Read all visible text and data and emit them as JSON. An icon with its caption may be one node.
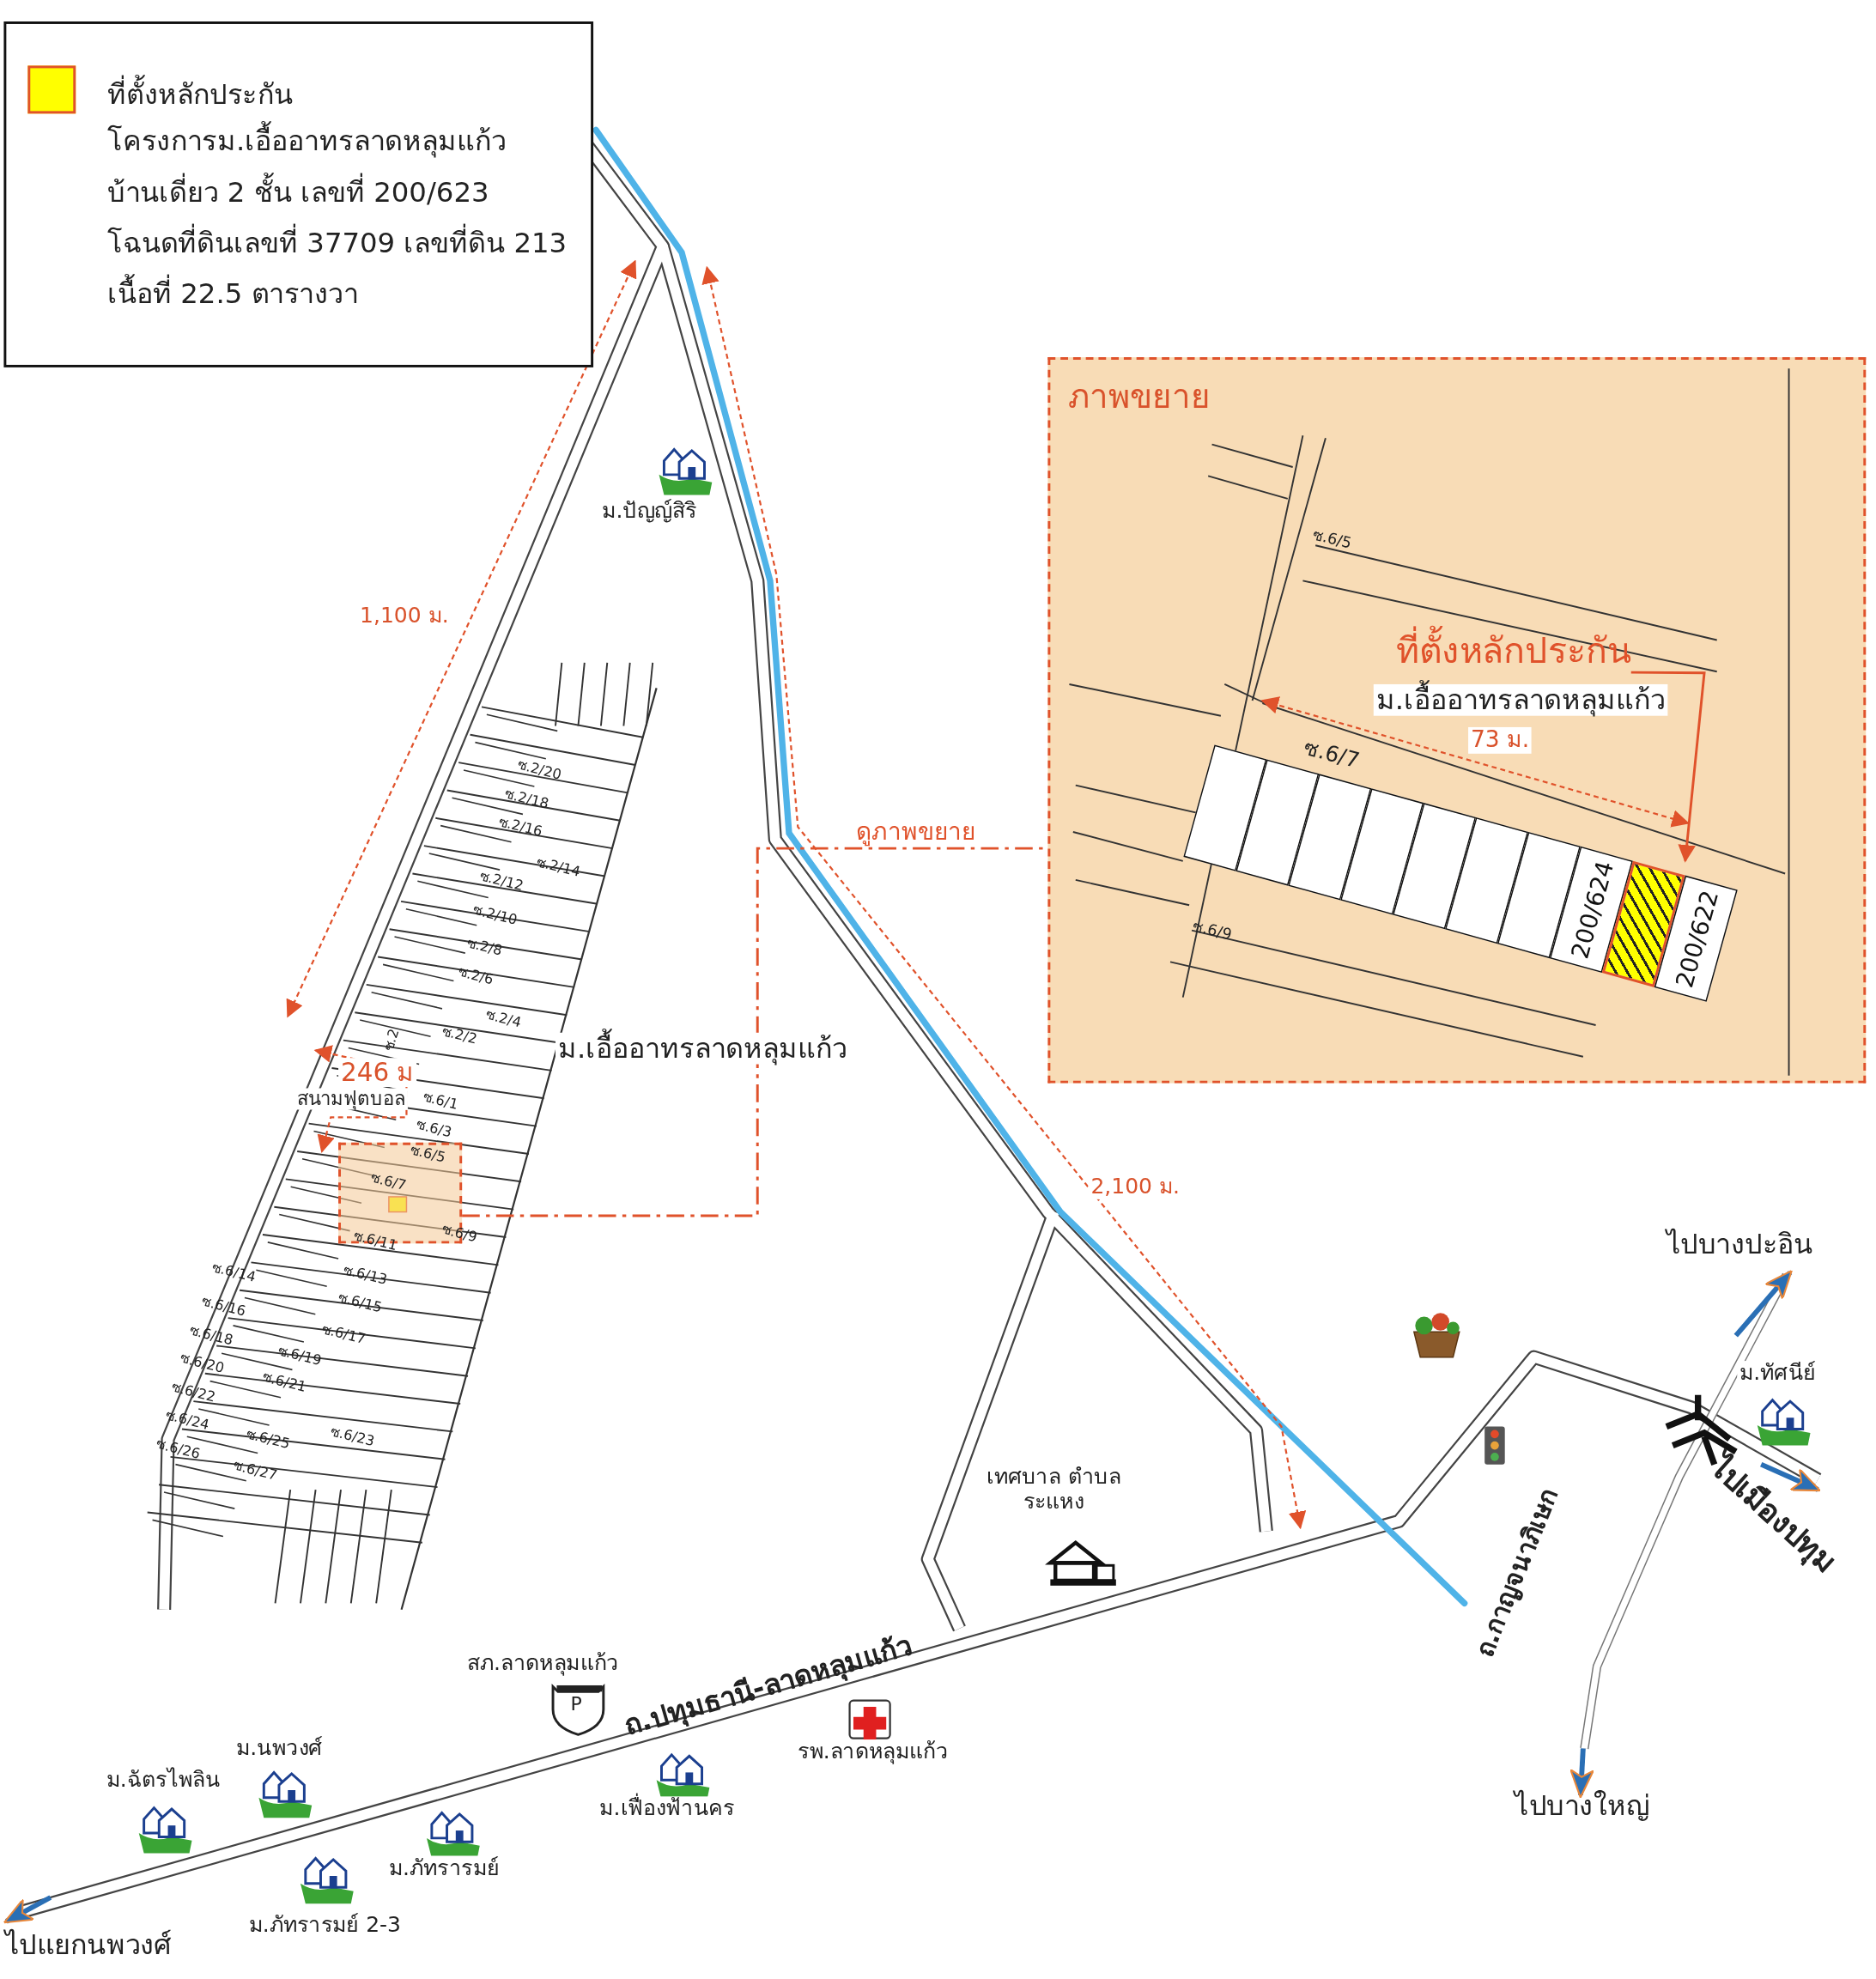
{
  "diagram": {
    "nodes": [
      {
        "text": [
          "ภาพขยาย"
        ]
      },
      {
        "text": [
          "ที่ตั้งหลักประกัน"
        ],
        "in": 0
      },
      {
        "text": [],
        "shape": "box",
        "in": 0
      },
      {
        "text": [],
        "shape": "box",
        "in": 0
      },
      {
        "text": [],
        "shape": "box",
        "in": 0
      },
      {
        "text": [],
        "shape": "box",
        "in": 0
      },
      {
        "text": [],
        "shape": "box",
        "in": 0
      },
      {
        "text": [],
        "shape": "box",
        "in": 0
      },
      {
        "text": [],
        "shape": "box",
        "in": 0
      },
      {
        "text": [
          "200/624"
        ],
        "in": 0
      },
      {
        "text": [],
        "shape": "box",
        "in": 0
      },
      {
        "text": [
          "200/622"
        ],
        "in": 0
      },
      {
        "text": [],
        "shape": "box"
      }
    ],
    "edges": [
      {
        "from": 12,
        "to": 0,
        "arrow": "none",
        "label": "ดูภาพขยาย",
        "style": "dashed"
      },
      {
        "from": 1,
        "to": 10,
        "arrow": "to"
      }
    ],
    "labels": [
      "โครงการม.เอื้ออาทรลาดหลุมแก้ว",
      "บ้านเดี่ยว 2 ชั้น เลขที่ 200/623",
      "โฉนดที่ดินเลขที่ 37709 เลขที่ดิน 213",
      "เนื้อที่ 22.5 ตารางวา",
      "1,100 ม.",
      "ม.ปัญญ์สิริ",
      "ซ.2/20",
      "ซ.2/18",
      "ซ.2/16",
      "ซ.2/14",
      "ซ.2/12",
      "ซ.2/10",
      "ซ.2/8",
      "ซ.2/6",
      "ซ.2/4",
      "ซ.2/2",
      "ซ.2",
      "246 ม",
      "สนามฟุตบอล",
      "ม.เอื้ออาทรลาดหลุมแก้ว",
      "ซ.6/1",
      "ซ.6/3",
      "ซ.6/5",
      "ซ.6/7",
      "ซ.6/9",
      "ซ.6/11",
      "ซ.6/13",
      "ซ.6/14",
      "ซ.6/15",
      "ซ.6/16",
      "ซ.6/17",
      "ซ.6/18",
      "ซ.6/19",
      "ซ.6/20",
      "ซ.6/21",
      "ซ.6/22",
      "ซ.6/23",
      "ซ.6/24",
      "ซ.6/25",
      "ซ.6/26",
      "ซ.6/27",
      "ซ.6/5",
      "ม.เอื้ออาทรลาดหลุมแก้ว",
      "73 ม.",
      "ซ.6/7",
      "ซ.6/9",
      "2,100 ม.",
      "ไปบางปะอิน",
      "ม.ทัศนีย์",
      "ไปเมืองปทุม",
      "เทศบาล ตำบลระแหง",
      "ถ.กาญจนาภิเษก",
      "ไปบางใหญ่",
      "สภ.ลาดหลุมแก้ว",
      "P",
      "ถ.ปทุมธานี-ลาดหลุมแก้ว",
      "รพ.ลาดหลุมแก้ว",
      "ม.นพวงศ์",
      "ม.ฉัตรไพลิน",
      "ม.เฟื่องฟ้านคร",
      "ม.ภัทรารมย์",
      "ม.ภัทรารมย์ 2-3",
      "ไปแยกนพวงศ์"
    ],
    "legend": [
      {
        "text": "ที่ตั้งหลักประกัน",
        "color": "#ffff00"
      }
    ]
  }
}
